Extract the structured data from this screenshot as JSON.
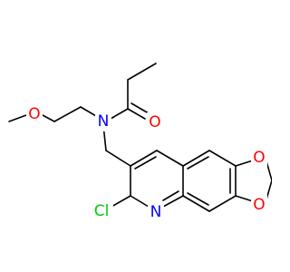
{
  "molecule": {
    "atom_labels": {
      "methoxy_o": "O",
      "amide_n": "N",
      "carbonyl_o": "O",
      "chlorine": "Cl",
      "ring_n": "N",
      "dioxole_o_top": "O",
      "dioxole_o_bottom": "O"
    },
    "colors": {
      "bond": "#000000",
      "carbon": "#000000",
      "oxygen": "#ff0000",
      "nitrogen": "#0000ff",
      "chlorine": "#00cc00"
    }
  }
}
